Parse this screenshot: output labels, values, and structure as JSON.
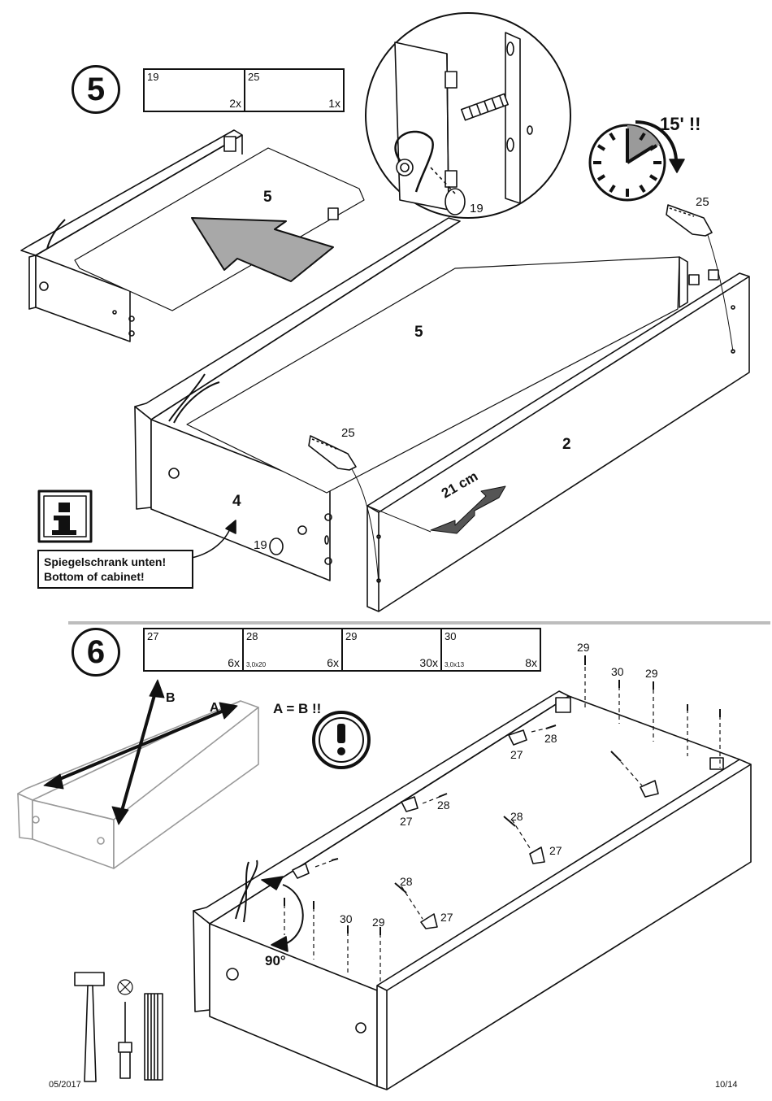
{
  "step5": {
    "number": "5",
    "parts": [
      {
        "id": "19",
        "qty": "2x",
        "icon": "dowel-cap-icon"
      },
      {
        "id": "25",
        "qty": "1x",
        "icon": "glue-tube-icon"
      }
    ],
    "labels": {
      "panel_small": "5",
      "panel_main": "5",
      "side_panel": "2",
      "front_panel": "4",
      "cap_zoom": "19",
      "cap_main": "19",
      "glue_top": "25",
      "glue_main": "25",
      "measurement": "21 cm",
      "wait_time": "15' !!"
    },
    "info": {
      "line1": "Spiegelschrank unten!",
      "line2": "Bottom of cabinet!"
    }
  },
  "step6": {
    "number": "6",
    "parts": [
      {
        "id": "27",
        "qty": "6x",
        "spec": "",
        "icon": "corner-block-icon"
      },
      {
        "id": "28",
        "qty": "6x",
        "spec": "3,0x20",
        "icon": "screw-icon"
      },
      {
        "id": "29",
        "qty": "30x",
        "spec": "",
        "icon": "nails-icon"
      },
      {
        "id": "30",
        "qty": "8x",
        "spec": "3,0x13",
        "icon": "short-screw-icon"
      }
    ],
    "diagonal_a": "A",
    "diagonal_b": "B",
    "check_text": "A = B !!",
    "angle": "90°",
    "callouts": {
      "n29a": "29",
      "n30a": "30",
      "n29b": "29",
      "n28a": "28",
      "n27a": "27",
      "n28b": "28",
      "n27b": "27",
      "n28c": "28",
      "n27c": "27",
      "n28d": "28",
      "n27d": "27",
      "n30b": "30",
      "n29c": "29"
    }
  },
  "footer": {
    "date": "05/2017",
    "page": "10/14"
  }
}
